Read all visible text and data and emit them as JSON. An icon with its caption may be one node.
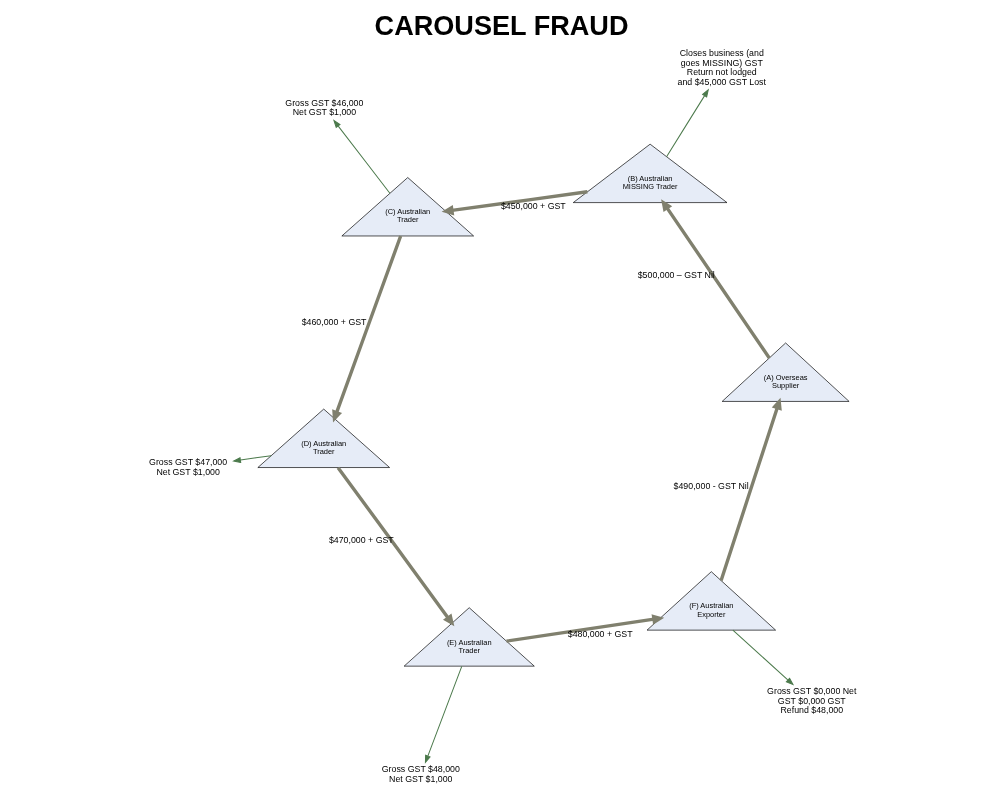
{
  "diagram": {
    "title": "CAROUSEL FRAUD",
    "nodes": [
      {
        "text": [
          "(A) Overseas Supplier"
        ]
      },
      {
        "text": [
          "(B) Australian MISSING Trader"
        ]
      },
      {
        "text": [
          "(C) Australian Trader"
        ]
      },
      {
        "text": [
          "(D) Australian Trader"
        ]
      },
      {
        "text": [
          "(E) Australian Trader"
        ]
      },
      {
        "text": [
          "(F) Australian Exporter"
        ]
      },
      {
        "text": [
          "Closes business (and goes MISSING) GST Return not lodged and $45,000 GST Lost"
        ]
      },
      {
        "text": [
          "Gross GST $46,000 Net GST $1,000"
        ]
      },
      {
        "text": [
          "Gross GST $47,000 Net GST $1,000"
        ]
      },
      {
        "text": [
          "Gross GST $48,000 Net GST $1,000"
        ]
      },
      {
        "text": [
          "Gross GST $0,000 Net GST $0,000 GST Refund $48,000"
        ]
      }
    ],
    "edges": [
      {
        "from": 0,
        "to": 1,
        "arrow": "to",
        "label": "$500,000 – GST Nil"
      },
      {
        "from": 1,
        "to": 6,
        "arrow": "to",
        "color": "#4c7a4c"
      },
      {
        "from": 1,
        "to": 2,
        "arrow": "to",
        "label": "$450,000 + GST"
      },
      {
        "from": 2,
        "to": 7,
        "arrow": "to",
        "color": "#4c7a4c"
      },
      {
        "from": 2,
        "to": 3,
        "arrow": "to",
        "label": "$460,000 + GST"
      },
      {
        "from": 3,
        "to": 8,
        "arrow": "to",
        "color": "#4c7a4c"
      },
      {
        "from": 3,
        "to": 4,
        "arrow": "to",
        "label": "$470,000 + GST"
      },
      {
        "from": 4,
        "to": 9,
        "arrow": "to",
        "color": "#4c7a4c"
      },
      {
        "from": 4,
        "to": 5,
        "arrow": "to",
        "label": "$480,000 + GST"
      },
      {
        "from": 5,
        "to": 10,
        "arrow": "to",
        "color": "#4c7a4c"
      },
      {
        "from": 5,
        "to": 0,
        "arrow": "to",
        "label": "$490,000 - GST Nil"
      }
    ]
  }
}
